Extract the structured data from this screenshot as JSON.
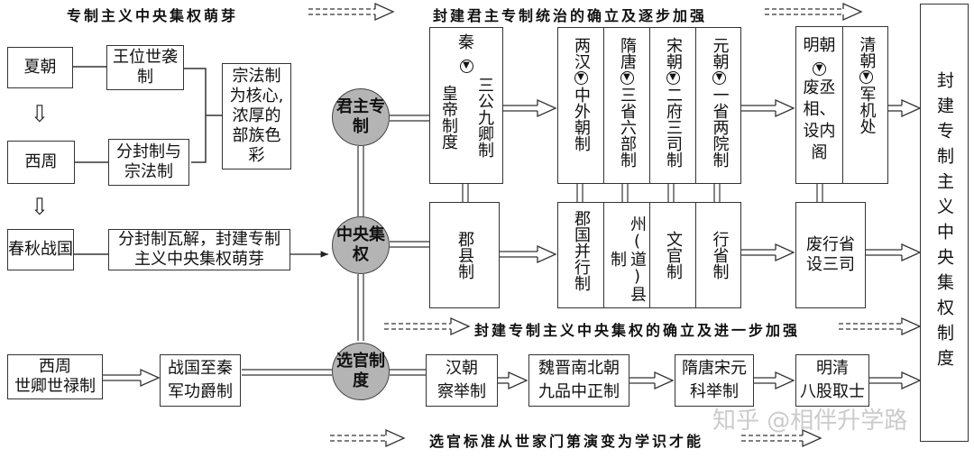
{
  "captions": {
    "top_left": "专制主义中央集权萌芽",
    "top_right": "封建君主专制统治的确立及逐步加强",
    "middle": "封建专制主义中央集权的确立及进一步加强",
    "bottom": "选官标准从世家门第演变为学识才能"
  },
  "left_column": {
    "xia": "夏朝",
    "xizhou": "西周",
    "chunqiu": "春秋战国",
    "wangwei": "王位世袭制",
    "fenfeng": "分封制与宗法制",
    "zongfa_note": "宗法制为核心,浓厚的部族色彩",
    "collapse": "分封制瓦解，封建专制主义中央集权萌芽"
  },
  "hubs": {
    "monarchy": "君主专制",
    "central": "中央集权",
    "selection": "选官制度"
  },
  "monarchy_row": {
    "qin": {
      "dynasty": "秦",
      "items": [
        "皇帝制度",
        "三公九卿制"
      ]
    },
    "mid_group": [
      {
        "dynasty": "两汉",
        "system": "中外朝制"
      },
      {
        "dynasty": "隋唐",
        "system": "三省六部制"
      },
      {
        "dynasty": "宋朝",
        "system": "二府三司制"
      },
      {
        "dynasty": "元朝",
        "system": "一省两院制"
      }
    ],
    "late_group": [
      {
        "dynasty": "明朝",
        "system": "废丞相、设内阁"
      },
      {
        "dynasty": "清朝",
        "system": "军机处"
      }
    ]
  },
  "central_row": {
    "junxian": "郡县制",
    "mid_group": [
      "郡国并行制",
      "州(道)县制",
      "文官制",
      "行省制"
    ],
    "ming": "废行省设三司"
  },
  "selection_row": {
    "xizhou": "西周世卿世禄制",
    "zhanguo": "战国至秦军功爵制",
    "han": "汉朝察举制",
    "weijin": "魏晋南北朝九品中正制",
    "suitang": "隋唐宋元科举制",
    "mingqing": "明清八股取士"
  },
  "selection_labels": {
    "xizhou": [
      "西周",
      "世卿世禄制"
    ],
    "zhanguo": [
      "战国至秦",
      "军功爵制"
    ],
    "han": [
      "汉朝",
      "察举制"
    ],
    "weijin": [
      "魏晋南北朝",
      "九品中正制"
    ],
    "suitang": [
      "隋唐宋元",
      "科举制"
    ],
    "mingqing": [
      "明清",
      "八股取士"
    ]
  },
  "final_box": "封建专制主义中央集权制度",
  "watermark": "知乎 @相伴升学路",
  "down_arrow_glyph": "⇩",
  "dot_glyph": "▼"
}
